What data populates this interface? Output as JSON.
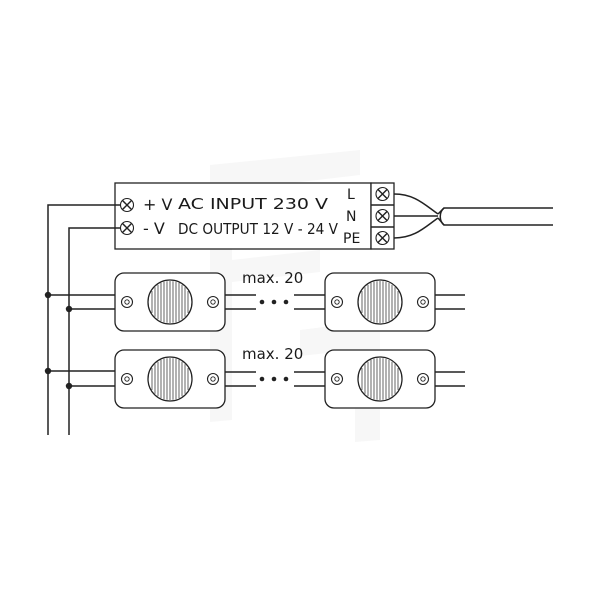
{
  "driver": {
    "plus_label": "+ V",
    "minus_label": "- V",
    "ac_input_label": "AC INPUT 230 V",
    "dc_output_label": "DC OUTPUT 12 V - 24 V"
  },
  "mains_terminals": {
    "l_label": "L",
    "n_label": "N",
    "pe_label": "PE"
  },
  "led_rows": [
    {
      "max_label": "max. 20"
    },
    {
      "max_label": "max. 20"
    }
  ],
  "colors": {
    "line": "#222222",
    "module_fill": "#ffffff",
    "watermark": "#f1f1f1"
  }
}
